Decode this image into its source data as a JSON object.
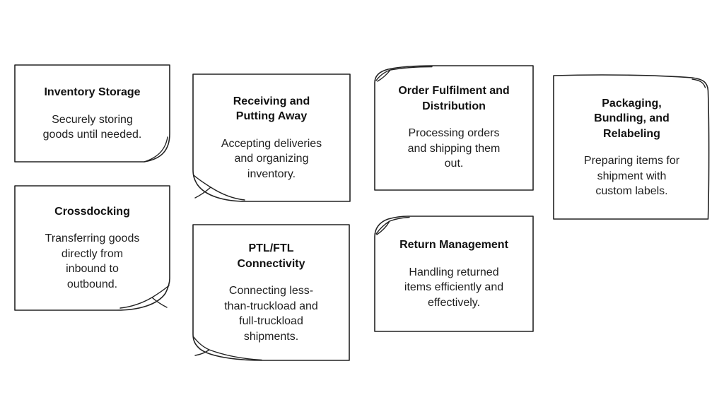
{
  "diagram": {
    "background_color": "#ffffff",
    "note_fill_color": "#ffffff",
    "stroke_color": "#232323",
    "text_color": "#1f1f1f"
  },
  "cards": [
    {
      "title": "Inventory Storage",
      "body": "Securely storing\ngoods until needed.",
      "fold": "bottom-right"
    },
    {
      "title": "Receiving and\nPutting Away",
      "body": "Accepting deliveries\nand organizing\ninventory.",
      "fold": "bottom-left"
    },
    {
      "title": "Order Fulfilment and\nDistribution",
      "body": "Processing orders\nand shipping them\nout.",
      "fold": "top-left"
    },
    {
      "title": "Packaging,\nBundling, and\nRelabeling",
      "body": "Preparing items for\nshipment with\ncustom labels.",
      "fold": "top-right"
    },
    {
      "title": "Crossdocking",
      "body": "Transferring goods\ndirectly from\ninbound to\noutbound.",
      "fold": "bottom-right"
    },
    {
      "title": "PTL/FTL\nConnectivity",
      "body": "Connecting less-\nthan-truckload and\nfull-truckload\nshipments.",
      "fold": "bottom-left"
    },
    {
      "title": "Return Management",
      "body": "Handling returned\nitems efficiently and\neffectively.",
      "fold": "top-left"
    }
  ]
}
